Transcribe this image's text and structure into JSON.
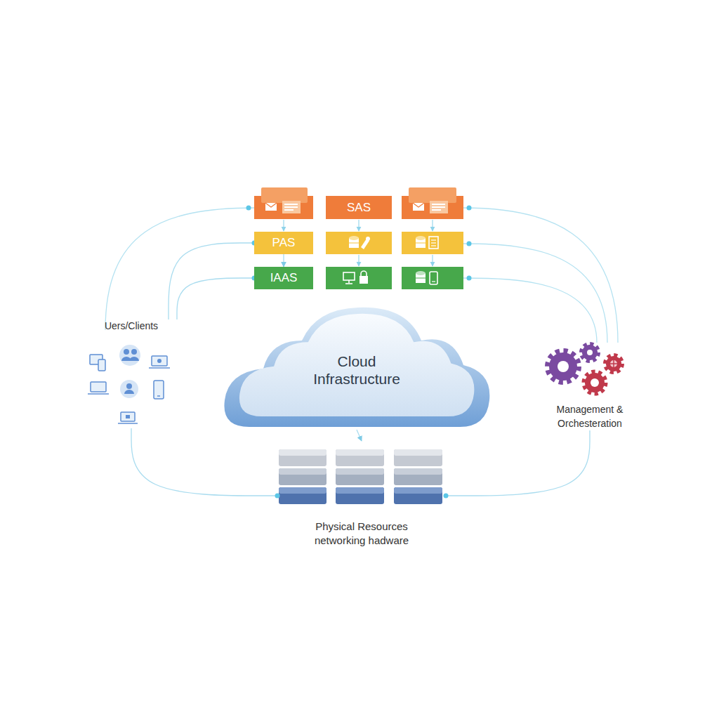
{
  "diagram": {
    "nodes": [
      {
        "text": [
          "SAS"
        ]
      },
      {
        "text": [
          "PAS"
        ]
      },
      {
        "text": [
          "IAAS"
        ]
      },
      {
        "text": [
          "Uers/Clients"
        ]
      },
      {
        "text": [
          "Cloud Infrastructure"
        ]
      },
      {
        "text": [
          "Management & Orchesteration"
        ]
      },
      {
        "text": [
          "Physical Resources networking hadware"
        ]
      }
    ],
    "edges": [
      {
        "from": 1,
        "to": 2,
        "arrow": "to"
      },
      {
        "from": 3,
        "to": 1,
        "arrow": "none"
      },
      {
        "from": 3,
        "to": 2,
        "arrow": "none"
      },
      {
        "from": 3,
        "to": 6,
        "arrow": "none"
      },
      {
        "from": 5,
        "to": 6,
        "arrow": "none"
      },
      {
        "from": 4,
        "to": 6,
        "arrow": "to"
      }
    ]
  }
}
